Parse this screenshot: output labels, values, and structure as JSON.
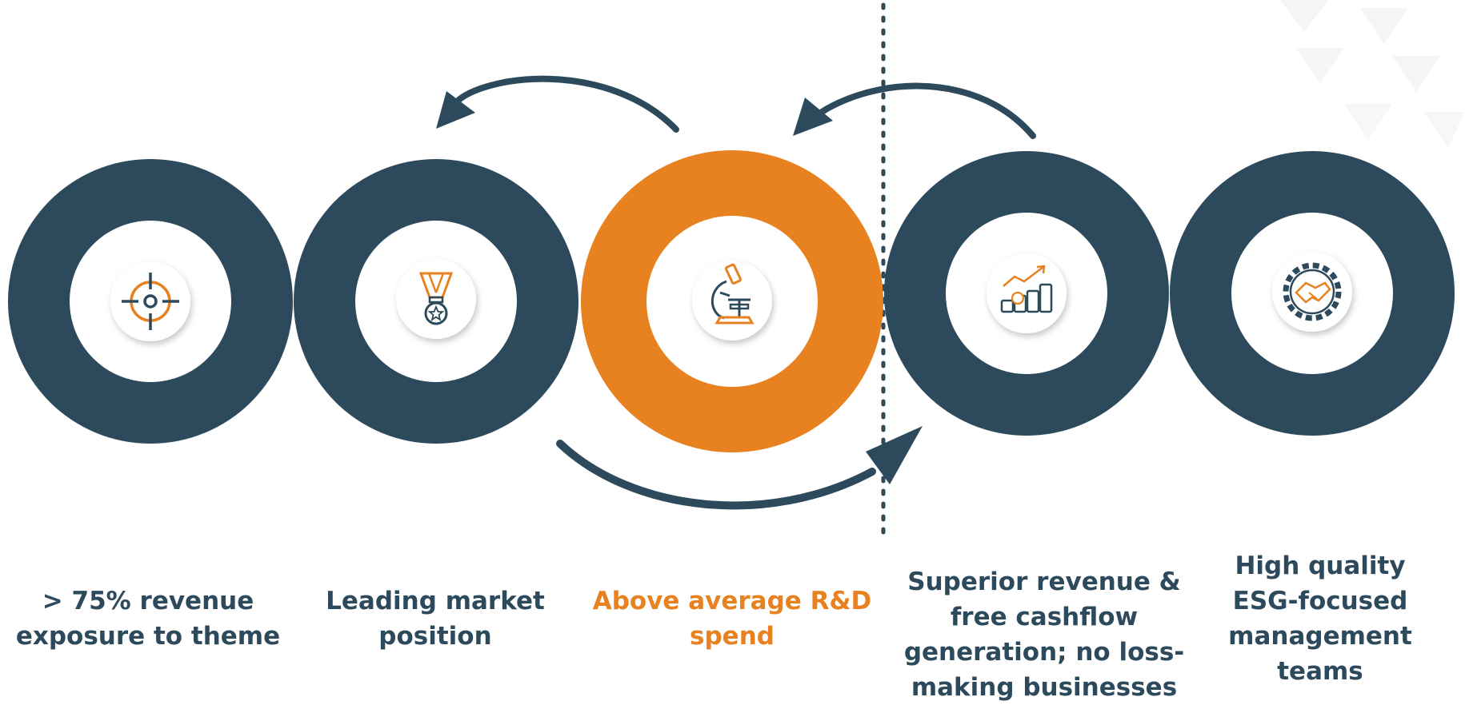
{
  "colors": {
    "navy": "#2D4A5C",
    "orange": "#E8811F",
    "white": "#FFFFFF",
    "watermark": "#F2F4F6"
  },
  "stages": [
    {
      "icon": "target-crosshair-icon",
      "highlight": false,
      "lines": [
        "> 75% revenue",
        "exposure to theme"
      ]
    },
    {
      "icon": "medal-icon",
      "highlight": false,
      "lines": [
        "Leading market",
        "position"
      ]
    },
    {
      "icon": "microscope-icon",
      "highlight": true,
      "lines": [
        "Above average R&D",
        "spend"
      ]
    },
    {
      "icon": "coins-growth-icon",
      "highlight": false,
      "lines": [
        "Superior revenue &",
        "free cashflow",
        "generation; no loss-",
        "making businesses"
      ]
    },
    {
      "icon": "handshake-gear-icon",
      "highlight": false,
      "lines": [
        "High quality",
        "ESG-focused",
        "management",
        "teams"
      ]
    }
  ],
  "arrows": [
    {
      "name": "arrow-stage3-to-stage2",
      "from_stage": 3,
      "to_stage": 2
    },
    {
      "name": "arrow-stage4-to-stage3",
      "from_stage": 4,
      "to_stage": 3
    },
    {
      "name": "arrow-stage3-to-stage4",
      "from_stage": 3,
      "to_stage": 4
    }
  ],
  "divider": {
    "style": "dotted"
  }
}
